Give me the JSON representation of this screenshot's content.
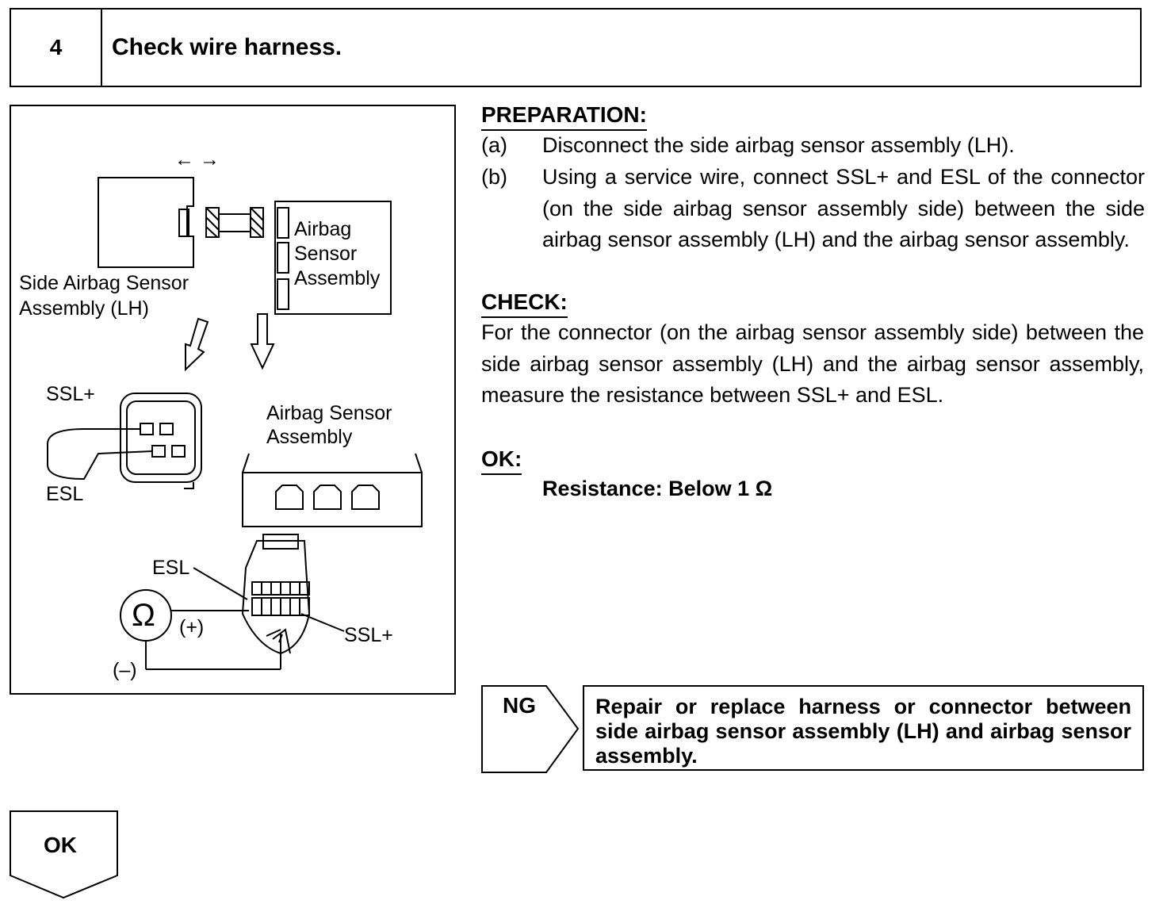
{
  "header": {
    "step_number": "4",
    "title": "Check wire harness."
  },
  "diagram": {
    "arrows_label": "← →",
    "side_sensor_label_1": "Side Airbag Sensor",
    "side_sensor_label_2": "Assembly (LH)",
    "airbag_sensor_box_1": "Airbag",
    "airbag_sensor_box_2": "Sensor",
    "airbag_sensor_box_3": "Assembly",
    "ssl_plus_top": "SSL+",
    "esl_top": "ESL",
    "airbag_sensor_label_1": "Airbag Sensor",
    "airbag_sensor_label_2": "Assembly",
    "esl_bottom": "ESL",
    "ssl_plus_bottom": "SSL+",
    "ohm_symbol": "Ω",
    "plus_label": "(+)",
    "minus_label": "(–)"
  },
  "preparation": {
    "heading": "PREPARATION:",
    "steps": [
      {
        "letter": "(a)",
        "text": "Disconnect the side airbag sensor assembly (LH)."
      },
      {
        "letter": "(b)",
        "text": "Using a service wire, connect SSL+ and ESL of the connector (on the side airbag sensor assembly side) between the side airbag sensor assembly (LH) and the airbag sensor assembly."
      }
    ]
  },
  "check": {
    "heading": "CHECK:",
    "text": "For the connector (on the airbag sensor assembly side) between the side airbag sensor assembly (LH) and the airbag sensor assembly, measure the resistance between SSL+ and ESL."
  },
  "ok": {
    "heading": "OK:",
    "spec": "Resistance: Below 1 Ω"
  },
  "ng": {
    "label": "NG",
    "remedy": "Repair or replace harness or connector between side airbag sensor assembly (LH) and airbag sensor assembly."
  },
  "ok_result": {
    "label": "OK"
  }
}
